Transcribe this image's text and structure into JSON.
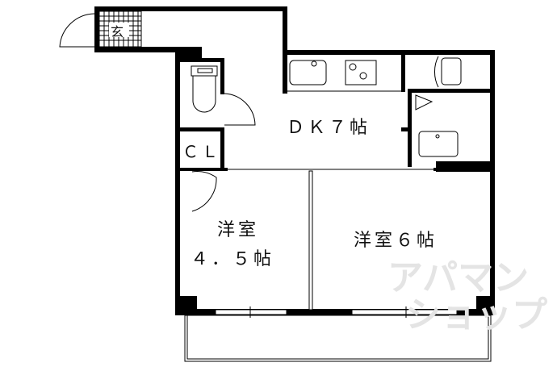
{
  "plan": {
    "entrance_label": "玄",
    "rooms": [
      {
        "id": "dk",
        "label": "ＤＫ７帖"
      },
      {
        "id": "closet",
        "label": "ＣＬ"
      },
      {
        "id": "western-room-1",
        "label_line1": "洋室",
        "label_line2": "４．５帖"
      },
      {
        "id": "western-room-2",
        "label": "洋室６帖"
      }
    ]
  },
  "watermark": {
    "line1": "アパマン",
    "line2": "ショップ"
  },
  "colors": {
    "wall": "#000000",
    "watermark": "#e4e4e4"
  }
}
